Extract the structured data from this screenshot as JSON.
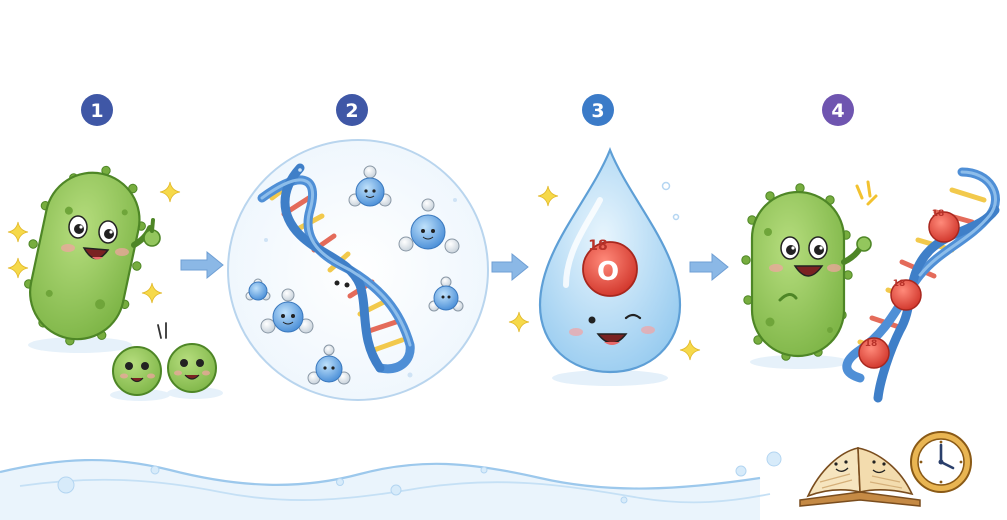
{
  "steps": [
    {
      "number": "1",
      "color": "#3f57a6"
    },
    {
      "number": "2",
      "color": "#3f57a6"
    },
    {
      "number": "3",
      "color": "#3b7bc8"
    },
    {
      "number": "4",
      "color": "#6f55b0"
    }
  ],
  "isotope": {
    "mass_number": "18",
    "element": "O"
  },
  "colors": {
    "bacteria_green": "#8cc152",
    "bacteria_dark": "#5f9a2e",
    "dna_blue": "#4f8fd6",
    "drop_blue": "#a9d6f5",
    "oxygen_red": "#e0453a",
    "arrow_blue": "#7fb0e0",
    "sparkle_yellow": "#f4d03f",
    "book_tan": "#f3dfb5",
    "clock_gold": "#e7b24a"
  },
  "icons": [
    "bacterium-icon",
    "dna-helix-icon",
    "water-molecule-icon",
    "water-drop-icon",
    "oxygen-atom-icon",
    "arrow-right-icon",
    "book-icon",
    "clock-icon",
    "sparkle-icon"
  ]
}
